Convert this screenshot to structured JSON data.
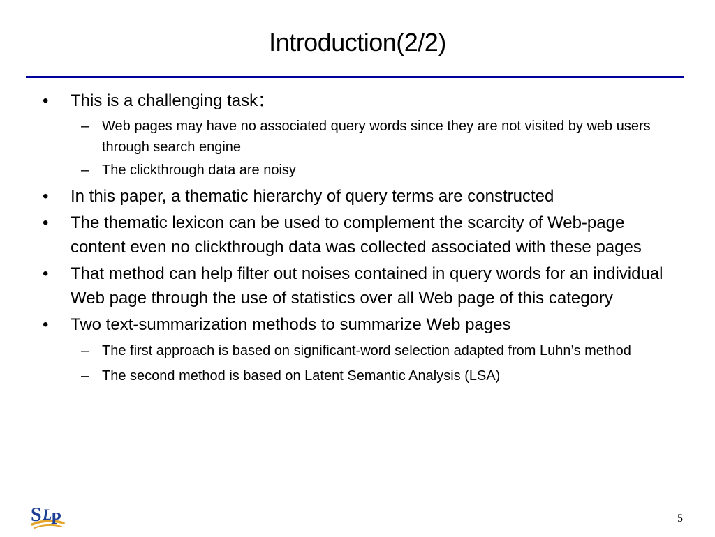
{
  "slide": {
    "title": "Introduction(2/2)",
    "page_number": "5",
    "logo_text": "SLP",
    "colors": {
      "rule": "#0000a0",
      "logo_blue": "#1c3f95",
      "logo_gold": "#e3a52b"
    },
    "bullets": [
      {
        "marker": "•",
        "text": "This is a challenging task：",
        "sub": [
          {
            "marker": "–",
            "text": "Web pages may have no associated query words since they are not visited by web users through search engine"
          },
          {
            "marker": "–",
            "text": "The clickthrough data are noisy"
          }
        ]
      },
      {
        "marker": "•",
        "text": "In this paper, a thematic hierarchy of query terms are constructed"
      },
      {
        "marker": "•",
        "text": "The thematic lexicon can be used to complement the scarcity of Web-page content even no clickthrough data was collected associated with these pages"
      },
      {
        "marker": "•",
        "text": "That method can help filter out noises contained in query words for an individual Web page through the use of statistics over all Web page of this category"
      },
      {
        "marker": "•",
        "text": "Two text-summarization methods to summarize Web pages",
        "sub": [
          {
            "marker": "–",
            "text": "The first approach is based on significant-word selection adapted from Luhn’s method"
          },
          {
            "marker": "–",
            "text": "The second method is based on Latent Semantic Analysis (LSA)"
          }
        ]
      }
    ]
  }
}
